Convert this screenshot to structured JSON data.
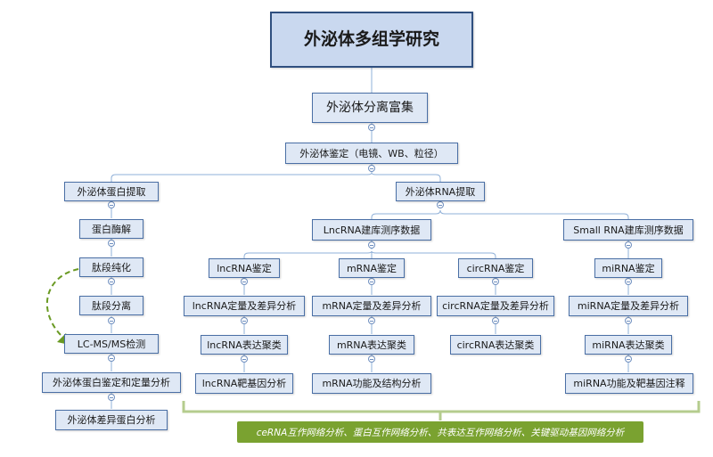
{
  "title": "外泌体多组学研究",
  "nodes": {
    "separation": "外泌体分离富集",
    "identification": "外泌体鉴定（电镜、WB、粒径）",
    "protein_extract": "外泌体蛋白提取",
    "rna_extract": "外泌体RNA提取",
    "enzymolysis": "蛋白酶解",
    "purify": "肽段纯化",
    "separate": "肽段分离",
    "lcms": "LC-MS/MS检测",
    "protein_quant": "外泌体蛋白鉴定和定量分析",
    "diff_protein": "外泌体差异蛋白分析",
    "lncrna_lib": "LncRNA建库测序数据",
    "smallrna_lib": "Small RNA建库测序数据",
    "lncrna_id": "lncRNA鉴定",
    "mrna_id": "mRNA鉴定",
    "circrna_id": "circRNA鉴定",
    "mirna_id": "miRNA鉴定",
    "lncrna_quant": "lncRNA定量及差异分析",
    "mrna_quant": "mRNA定量及差异分析",
    "circrna_quant": "circRNA定量及差异分析",
    "mirna_quant": "miRNA定量及差异分析",
    "lncrna_cluster": "lncRNA表达聚类",
    "mrna_cluster": "mRNA表达聚类",
    "circrna_cluster": "circRNA表达聚类",
    "mirna_cluster": "miRNA表达聚类",
    "lncrna_target": "lncRNA靶基因分析",
    "mrna_func": "mRNA功能及结构分析",
    "mirna_func": "miRNA功能及靶基因注释"
  },
  "summary": "ceRNA互作网络分析、蛋白互作网络分析、共表达互作网络分析、关键驱动基因网络分析",
  "colors": {
    "node_fill": "#dfe8f5",
    "node_border": "#4a6fa5",
    "root_fill": "#c9d8ef",
    "connector": "#8fb0d8",
    "summary_fill": "#7aa230",
    "summary_bracket": "#b5cc8e",
    "dashed_arrow": "#6a9a23"
  }
}
